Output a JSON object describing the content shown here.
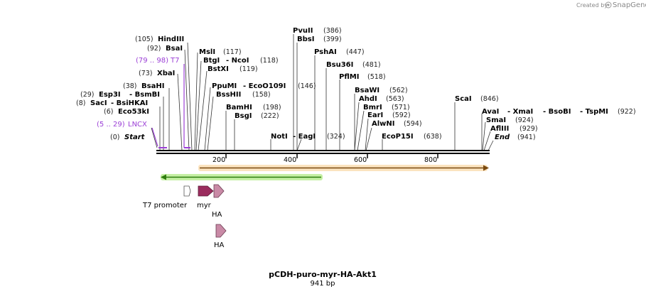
{
  "credit": {
    "prefix": "Created by",
    "brand": "SnapGene"
  },
  "map": {
    "title": "pCDH-puro-myr-HA-Akt1",
    "length": "941 bp"
  },
  "ticks": [
    "200",
    "400",
    "600",
    "800"
  ],
  "labels": {
    "hindIII_pos": "(105)",
    "hindIII": "HindIII",
    "bsaI_pos": "(92)",
    "bsaI": "BsaI",
    "t7_range": "(79 .. 98)",
    "t7": "T7",
    "xbaI_pos": "(73)",
    "xbaI": "XbaI",
    "bsaHI_pos": "(38)",
    "bsaHI": "BsaHI",
    "esp3I_pos": "(29)",
    "esp3I": "Esp3I",
    "bsmBI": "- BsmBI",
    "sacI_pos": "(8)",
    "sacI": "SacI",
    "bsiHKAI": "- BsiHKAI",
    "eco53kI_pos": "(6)",
    "eco53kI": "Eco53kI",
    "lncx_range": "(5 .. 29)",
    "lncx": "LNCX",
    "start_pos": "(0)",
    "start": "Start",
    "mslI": "MslI",
    "mslI_pos": "(117)",
    "btgI": "BtgI",
    "ncoI": "- NcoI",
    "btgI_pos": "(118)",
    "bstXI": "BstXI",
    "bstXI_pos": "(119)",
    "ppuMI": "PpuMI",
    "ecoO109I": "- EcoO109I",
    "ppuMI_pos": "(146)",
    "bssHII": "BssHII",
    "bssHII_pos": "(158)",
    "bamHI": "BamHI",
    "bamHI_pos": "(198)",
    "bsgI": "BsgI",
    "bsgI_pos": "(222)",
    "pvuII": "PvuII",
    "pvuII_pos": "(386)",
    "bbsI": "BbsI",
    "bbsI_pos": "(399)",
    "pshAI": "PshAI",
    "pshAI_pos": "(447)",
    "bsu36I": "Bsu36I",
    "bsu36I_pos": "(481)",
    "pflMI": "PflMI",
    "pflMI_pos": "(518)",
    "bsaWI": "BsaWI",
    "bsaWI_pos": "(562)",
    "ahdI": "AhdI",
    "ahdI_pos": "(563)",
    "bmrI": "BmrI",
    "bmrI_pos": "(571)",
    "earI": "EarI",
    "earI_pos": "(592)",
    "alwNI": "AlwNI",
    "alwNI_pos": "(594)",
    "notI": "NotI",
    "eagI": "- EagI",
    "notI_pos": "(324)",
    "ecoP15I": "EcoP15I",
    "ecoP15I_pos": "(638)",
    "scaI": "ScaI",
    "scaI_pos": "(846)",
    "avaI": "AvaI",
    "xmaI": "- XmaI",
    "bsoBI": "- BsoBI",
    "tspMI": "- TspMI",
    "avaI_pos": "(922)",
    "smaI": "SmaI",
    "smaI_pos": "(924)",
    "aflIII": "AflIII",
    "aflIII_pos": "(929)",
    "end": "End",
    "end_pos": "(941)"
  },
  "features": {
    "t7_promoter": "T7 promoter",
    "myr": "myr",
    "ha1": "HA",
    "ha2": "HA"
  },
  "colors": {
    "purple": "#9b3fd6",
    "green_arrow": "#2e7d0e",
    "green_glow": "#c5f0a4",
    "orange_arrow": "#e8a34a",
    "myr": "#9b2d5e",
    "ha": "#c98aa6"
  }
}
